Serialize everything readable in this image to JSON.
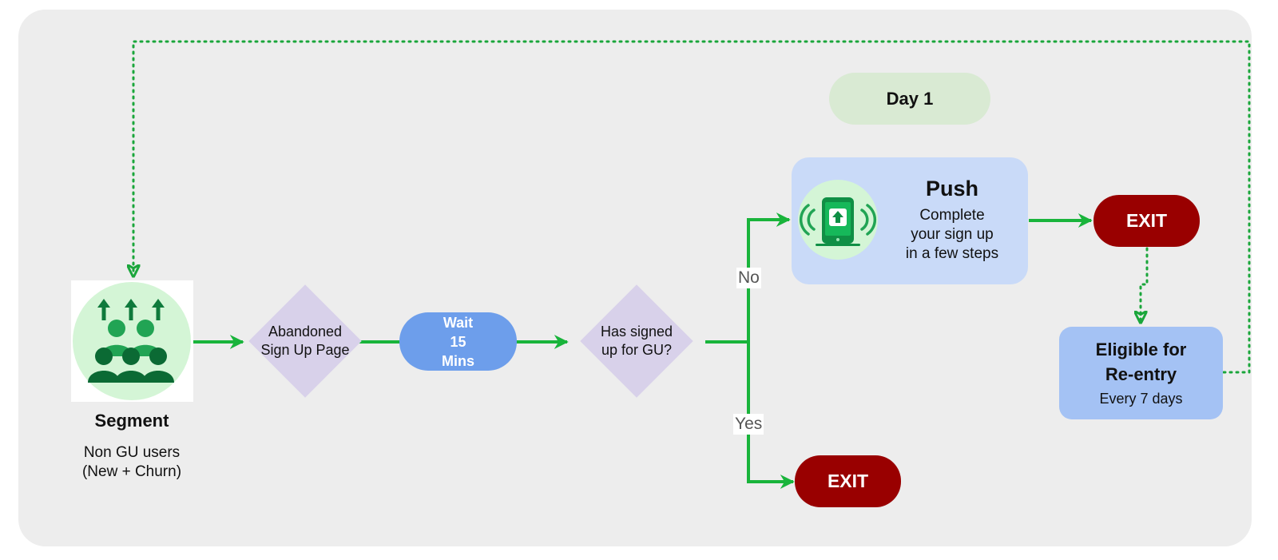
{
  "colors": {
    "panel": "#ededed",
    "flow_green": "#19b43b",
    "dotted_green": "#1aa63b",
    "decision": "#d8d1ea",
    "wait": "#6d9eeb",
    "push_card": "#c9daf8",
    "exit": "#990000",
    "eligible": "#a4c2f4",
    "day_badge": "#d9ead3"
  },
  "day_badge": {
    "label": "Day 1"
  },
  "segment": {
    "icon": "users-growth-icon",
    "title": "Segment",
    "desc_line1": "Non GU users",
    "desc_line2": "(New + Churn)"
  },
  "abandoned": {
    "line1": "Abandoned",
    "line2": "Sign Up Page"
  },
  "wait": {
    "line1": "Wait",
    "line2": "15",
    "line3": "Mins"
  },
  "decision": {
    "line1": "Has signed",
    "line2": "up for GU?"
  },
  "branch_labels": {
    "no": "No",
    "yes": "Yes"
  },
  "push": {
    "icon": "phone-push-icon",
    "title": "Push",
    "line1": "Complete",
    "line2": "your sign up",
    "line3": "in a few steps"
  },
  "exit_top": {
    "label": "EXIT"
  },
  "exit_bottom": {
    "label": "EXIT"
  },
  "eligible": {
    "line1": "Eligible for",
    "line2": "Re-entry",
    "line3": "Every 7 days"
  }
}
